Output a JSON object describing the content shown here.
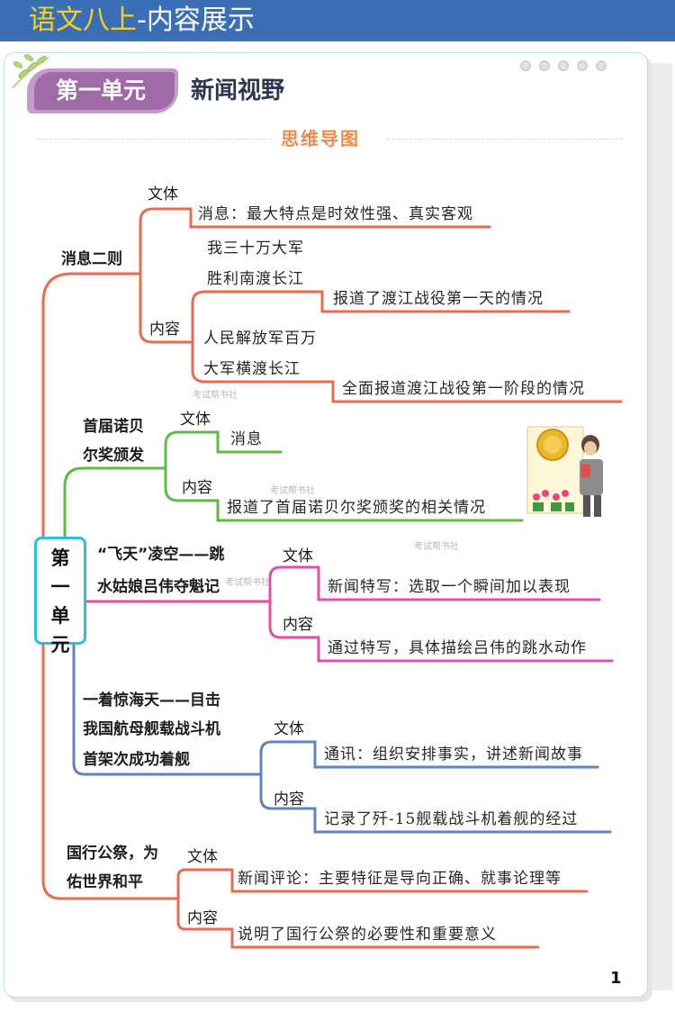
{
  "banner": {
    "title_highlight": "语文八上",
    "title_rest": "-内容展示"
  },
  "unit": {
    "tag": "第一单元",
    "title": "新闻视野",
    "center_label": "第一单元"
  },
  "mindmap_title": "思维导图",
  "branches": {
    "b1": {
      "name": "消息二则",
      "genre_label": "文体",
      "genre_text": "消息：最大特点是时效性强、真实客观",
      "content_label": "内容",
      "sub1_line1": "我三十万大军",
      "sub1_line2": "胜利南渡长江",
      "sub1_desc": "报道了渡江战役第一天的情况",
      "sub2_line1": "人民解放军百万",
      "sub2_line2": "大军横渡长江",
      "sub2_desc": "全面报道渡江战役第一阶段的情况"
    },
    "b2": {
      "name_line1": "首届诺贝",
      "name_line2": "尔奖颁发",
      "genre_label": "文体",
      "genre_text": "消息",
      "content_label": "内容",
      "content_text": "报道了首届诺贝尔奖颁奖的相关情况"
    },
    "b3": {
      "name_line1": "“飞天”凌空——跳",
      "name_line2": "水姑娘吕伟夺魁记",
      "genre_label": "文体",
      "genre_text": "新闻特写：选取一个瞬间加以表现",
      "content_label": "内容",
      "content_text": "通过特写，具体描绘吕伟的跳水动作"
    },
    "b4": {
      "name_line1": "一着惊海天——目击",
      "name_line2": "我国航母舰载战斗机",
      "name_line3": "首架次成功着舰",
      "genre_label": "文体",
      "genre_text": "通讯：组织安排事实，讲述新闻故事",
      "content_label": "内容",
      "content_text": "记录了歼-15舰载战斗机着舰的经过"
    },
    "b5": {
      "name_line1": "国行公祭，为",
      "name_line2": "佑世界和平",
      "genre_label": "文体",
      "genre_text": "新闻评论：主要特征是导向正确、就事论理等",
      "content_label": "内容",
      "content_text": "说明了国行公祭的必要性和重要意义"
    }
  },
  "watermark": "考试帮书社",
  "page_number": "1",
  "colors": {
    "banner_bg": "#3a6fb5",
    "banner_highlight": "#f6d21c",
    "unit_tag": "#a06aa8",
    "mindmap_title": "#ef8b4e",
    "center_border": "#29c0de",
    "branch1": "#ea6b4e",
    "branch2": "#5dbb46",
    "branch3": "#e04fae",
    "branch4": "#5e84c0",
    "branch5": "#ea6b4e"
  }
}
